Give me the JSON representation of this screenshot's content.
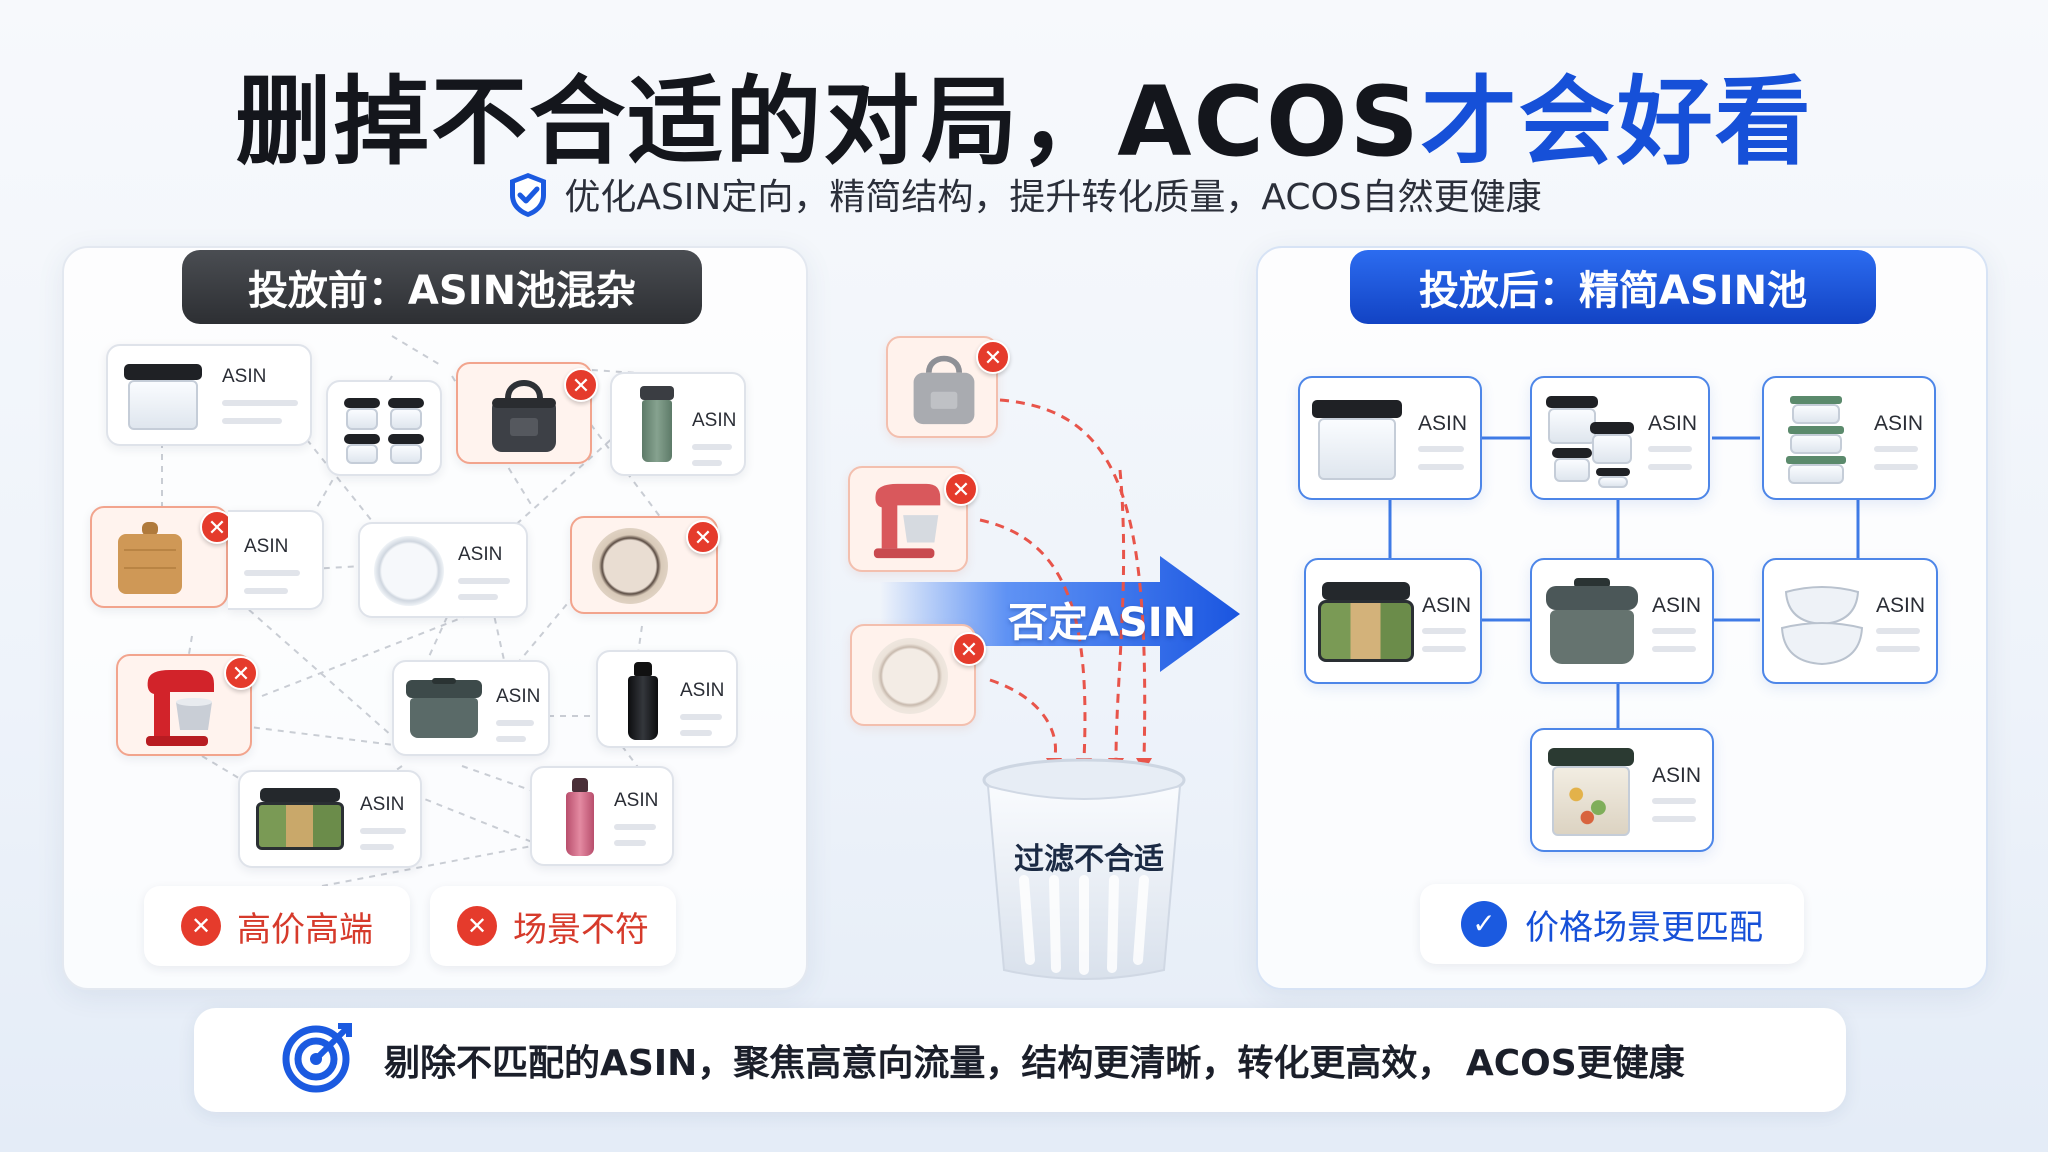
{
  "title": {
    "black": "删掉不合适的对局，ACOS",
    "blue": "才会好看"
  },
  "subtitle": {
    "icon": "shield-check-icon",
    "text": "优化ASIN定向，精简结构，提升转化质量，ACOS自然更健康"
  },
  "left_panel": {
    "heading": "投放前：ASIN池混杂",
    "card_label": "ASIN",
    "items": [
      {
        "product": "glass-container",
        "status": "ok"
      },
      {
        "product": "container-set",
        "status": "ok"
      },
      {
        "product": "lunch-bag",
        "status": "removed"
      },
      {
        "product": "tumbler",
        "status": "ok"
      },
      {
        "product": "cutting-board",
        "status": "removed"
      },
      {
        "product": "glass-plate",
        "status": "ok"
      },
      {
        "product": "ceramic-plate",
        "status": "removed"
      },
      {
        "product": "stand-mixer",
        "status": "removed"
      },
      {
        "product": "lunch-box",
        "status": "ok"
      },
      {
        "product": "black-bottle",
        "status": "ok"
      },
      {
        "product": "bento-box",
        "status": "ok"
      },
      {
        "product": "pink-bottle",
        "status": "ok"
      }
    ],
    "tags": [
      {
        "icon": "x-circle-icon",
        "label": "高价高端"
      },
      {
        "icon": "x-circle-icon",
        "label": "场景不符"
      }
    ]
  },
  "middle": {
    "arrow_label": "否定ASIN",
    "bin_label": "过滤不合适",
    "rejected": [
      "lunch-bag",
      "stand-mixer",
      "ceramic-plate"
    ]
  },
  "right_panel": {
    "heading": "投放后：精简ASIN池",
    "card_label": "ASIN",
    "items": [
      {
        "product": "glass-container"
      },
      {
        "product": "container-set"
      },
      {
        "product": "stacked-containers"
      },
      {
        "product": "bento-box"
      },
      {
        "product": "gray-lunch-box"
      },
      {
        "product": "glass-bowls"
      },
      {
        "product": "food-container"
      }
    ],
    "tag": {
      "icon": "check-circle-icon",
      "label": "价格场景更匹配"
    }
  },
  "footer": {
    "icon": "target-icon",
    "text": "剔除不匹配的ASIN，聚焦高意向流量，结构更清晰，转化更高效，  ACOS更健康"
  },
  "colors": {
    "accent_blue": "#1650d8",
    "reject_red": "#e53b2c",
    "dark_head": "#3a3c40"
  }
}
